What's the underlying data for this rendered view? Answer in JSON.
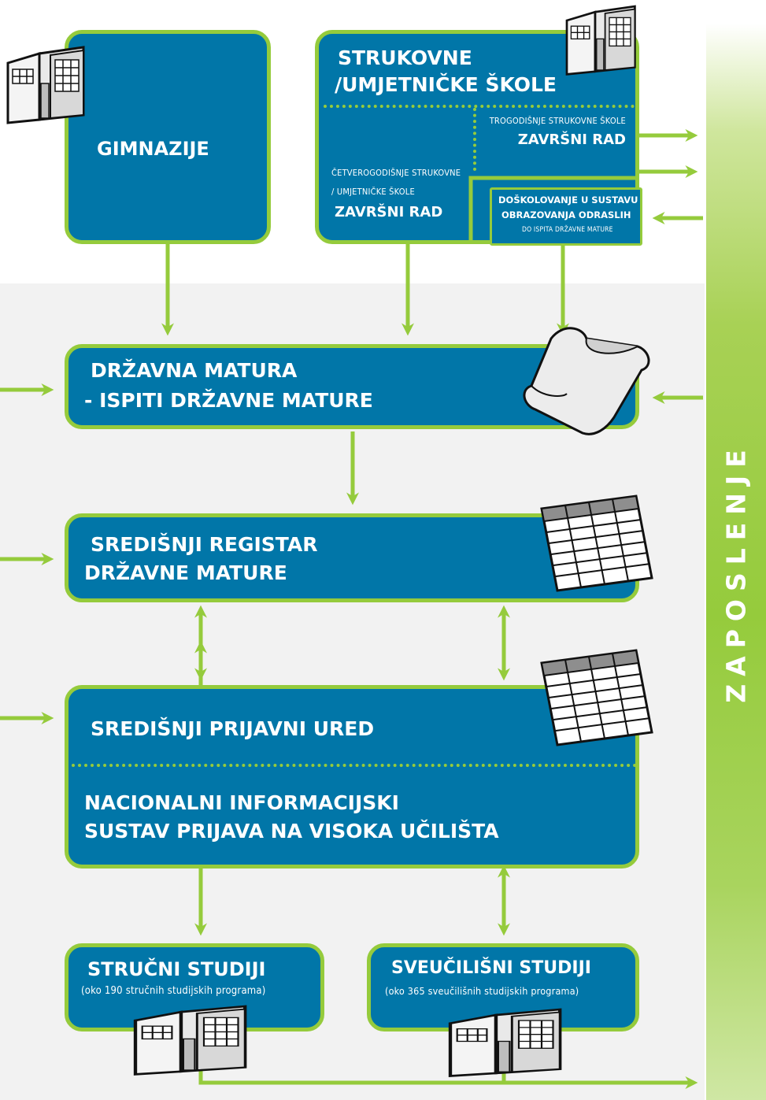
{
  "gimnazije": {
    "label": "GIMNAZIJE"
  },
  "strukovne": {
    "title_line1": "STRUKOVNE",
    "title_line2": "/UMJETNIČKE ŠKOLE",
    "three_year": {
      "line1": "TROGODIŠNJE STRUKOVNE ŠKOLE",
      "line2": "ZAVRŠNI RAD"
    },
    "four_year": {
      "line1": "ČETVEROGODIŠNJE STRUKOVNE",
      "line2": "/ UMJETNIČKE ŠKOLE",
      "line3": "ZAVRŠNI RAD"
    },
    "adult": {
      "line1": "DOŠKOLOVANJE U SUSTAVU",
      "line2": "OBRAZOVANJA ODRASLIH",
      "line3": "DO ISPITA DRŽAVNE MATURE"
    }
  },
  "matura": {
    "line1": "DRŽAVNA MATURA",
    "line2": "- ISPITI DRŽAVNE MATURE"
  },
  "registar": {
    "line1": "SREDIŠNJI REGISTAR",
    "line2": "DRŽAVNE MATURE"
  },
  "ured": {
    "title": "SREDIŠNJI PRIJAVNI URED",
    "line1": "NACIONALNI INFORMACIJSKI",
    "line2": "SUSTAV PRIJAVA NA VISOKA UČILIŠTA"
  },
  "strucni": {
    "title": "STRUČNI STUDIJI",
    "subtitle": "(oko 190 stručnih studijskih programa)"
  },
  "sveucilisni": {
    "title": "SVEUČILIŠNI STUDIJI",
    "subtitle": "(oko 365 sveučilišnih studijskih programa)"
  },
  "zaposlenje": {
    "label": "ZAPOSLENJE"
  },
  "colors": {
    "blue": "#0176a8",
    "green": "#95cb3c",
    "panel": "#f2f2f2"
  },
  "icons": [
    "school-building-icon",
    "diploma-scroll-icon",
    "register-table-icon"
  ]
}
